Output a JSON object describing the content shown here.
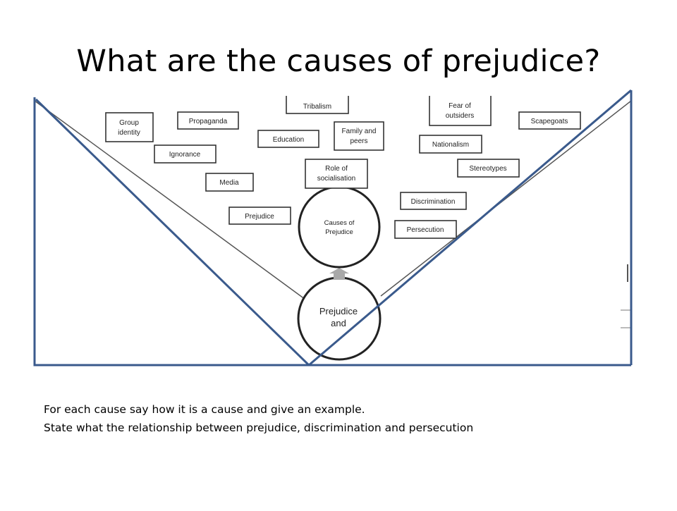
{
  "slide": {
    "title": "What are the causes of prejudice?"
  },
  "diagram": {
    "center_label": [
      "Causes of",
      "Prejudice"
    ],
    "lower_circle_label": [
      "Prejudice",
      "and"
    ],
    "nodes": [
      {
        "id": "group-identity",
        "lines": [
          "Group",
          "identity"
        ]
      },
      {
        "id": "propaganda",
        "lines": [
          "Propaganda"
        ]
      },
      {
        "id": "tribalism",
        "lines": [
          "Tribalism"
        ]
      },
      {
        "id": "fear-of-outsiders",
        "lines": [
          "Fear of",
          "outsiders"
        ]
      },
      {
        "id": "scapegoats",
        "lines": [
          "Scapegoats"
        ]
      },
      {
        "id": "education",
        "lines": [
          "Education"
        ]
      },
      {
        "id": "family-and-peers",
        "lines": [
          "Family and",
          "peers"
        ]
      },
      {
        "id": "nationalism",
        "lines": [
          "Nationalism"
        ]
      },
      {
        "id": "ignorance",
        "lines": [
          "Ignorance"
        ]
      },
      {
        "id": "role-of-socialisation",
        "lines": [
          "Role of",
          "socialisation"
        ]
      },
      {
        "id": "stereotypes",
        "lines": [
          "Stereotypes"
        ]
      },
      {
        "id": "media",
        "lines": [
          "Media"
        ]
      },
      {
        "id": "discrimination",
        "lines": [
          "Discrimination"
        ]
      },
      {
        "id": "prejudice",
        "lines": [
          "Prejudice"
        ]
      },
      {
        "id": "persecution",
        "lines": [
          "Persecution"
        ]
      }
    ],
    "colors": {
      "frame": "#3a5a8c",
      "box_border": "#333333",
      "arrow": "#a9a9a9"
    }
  },
  "notes": {
    "line1": "For each cause say how it is a cause and give an example.",
    "line2": "State what the relationship between prejudice, discrimination and persecution"
  }
}
